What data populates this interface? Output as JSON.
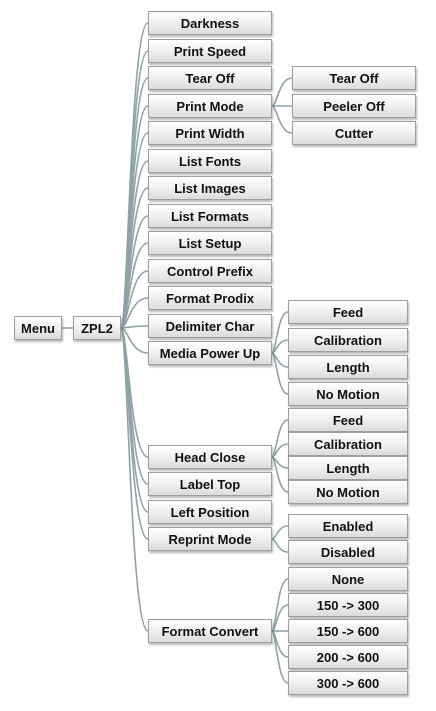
{
  "root": {
    "label": "Menu"
  },
  "zpl": {
    "label": "ZPL2"
  },
  "items": [
    {
      "label": "Darkness"
    },
    {
      "label": "Print Speed"
    },
    {
      "label": "Tear Off"
    },
    {
      "label": "Print Mode"
    },
    {
      "label": "Print Width"
    },
    {
      "label": "List Fonts"
    },
    {
      "label": "List Images"
    },
    {
      "label": "List Formats"
    },
    {
      "label": "List Setup"
    },
    {
      "label": "Control Prefix"
    },
    {
      "label": "Format Prodix"
    },
    {
      "label": "Delimiter Char"
    },
    {
      "label": "Media Power Up"
    },
    {
      "label": "Head Close"
    },
    {
      "label": "Label Top"
    },
    {
      "label": "Left Position"
    },
    {
      "label": "Reprint Mode"
    },
    {
      "label": "Format Convert"
    }
  ],
  "print_mode_options": [
    {
      "label": "Tear Off"
    },
    {
      "label": "Peeler Off"
    },
    {
      "label": "Cutter"
    }
  ],
  "media_power_up_options": [
    {
      "label": "Feed"
    },
    {
      "label": "Calibration"
    },
    {
      "label": "Length"
    },
    {
      "label": "No Motion"
    }
  ],
  "head_close_options": [
    {
      "label": "Feed"
    },
    {
      "label": "Calibration"
    },
    {
      "label": "Length"
    },
    {
      "label": "No Motion"
    }
  ],
  "reprint_mode_options": [
    {
      "label": "Enabled"
    },
    {
      "label": "Disabled"
    }
  ],
  "format_convert_options": [
    {
      "label": "None"
    },
    {
      "label": "150 -> 300"
    },
    {
      "label": "150 -> 600"
    },
    {
      "label": "200 -> 600"
    },
    {
      "label": "300 -> 600"
    }
  ],
  "colors": {
    "connector": "#8fa3a6",
    "box_border": "#9aa0a0"
  }
}
